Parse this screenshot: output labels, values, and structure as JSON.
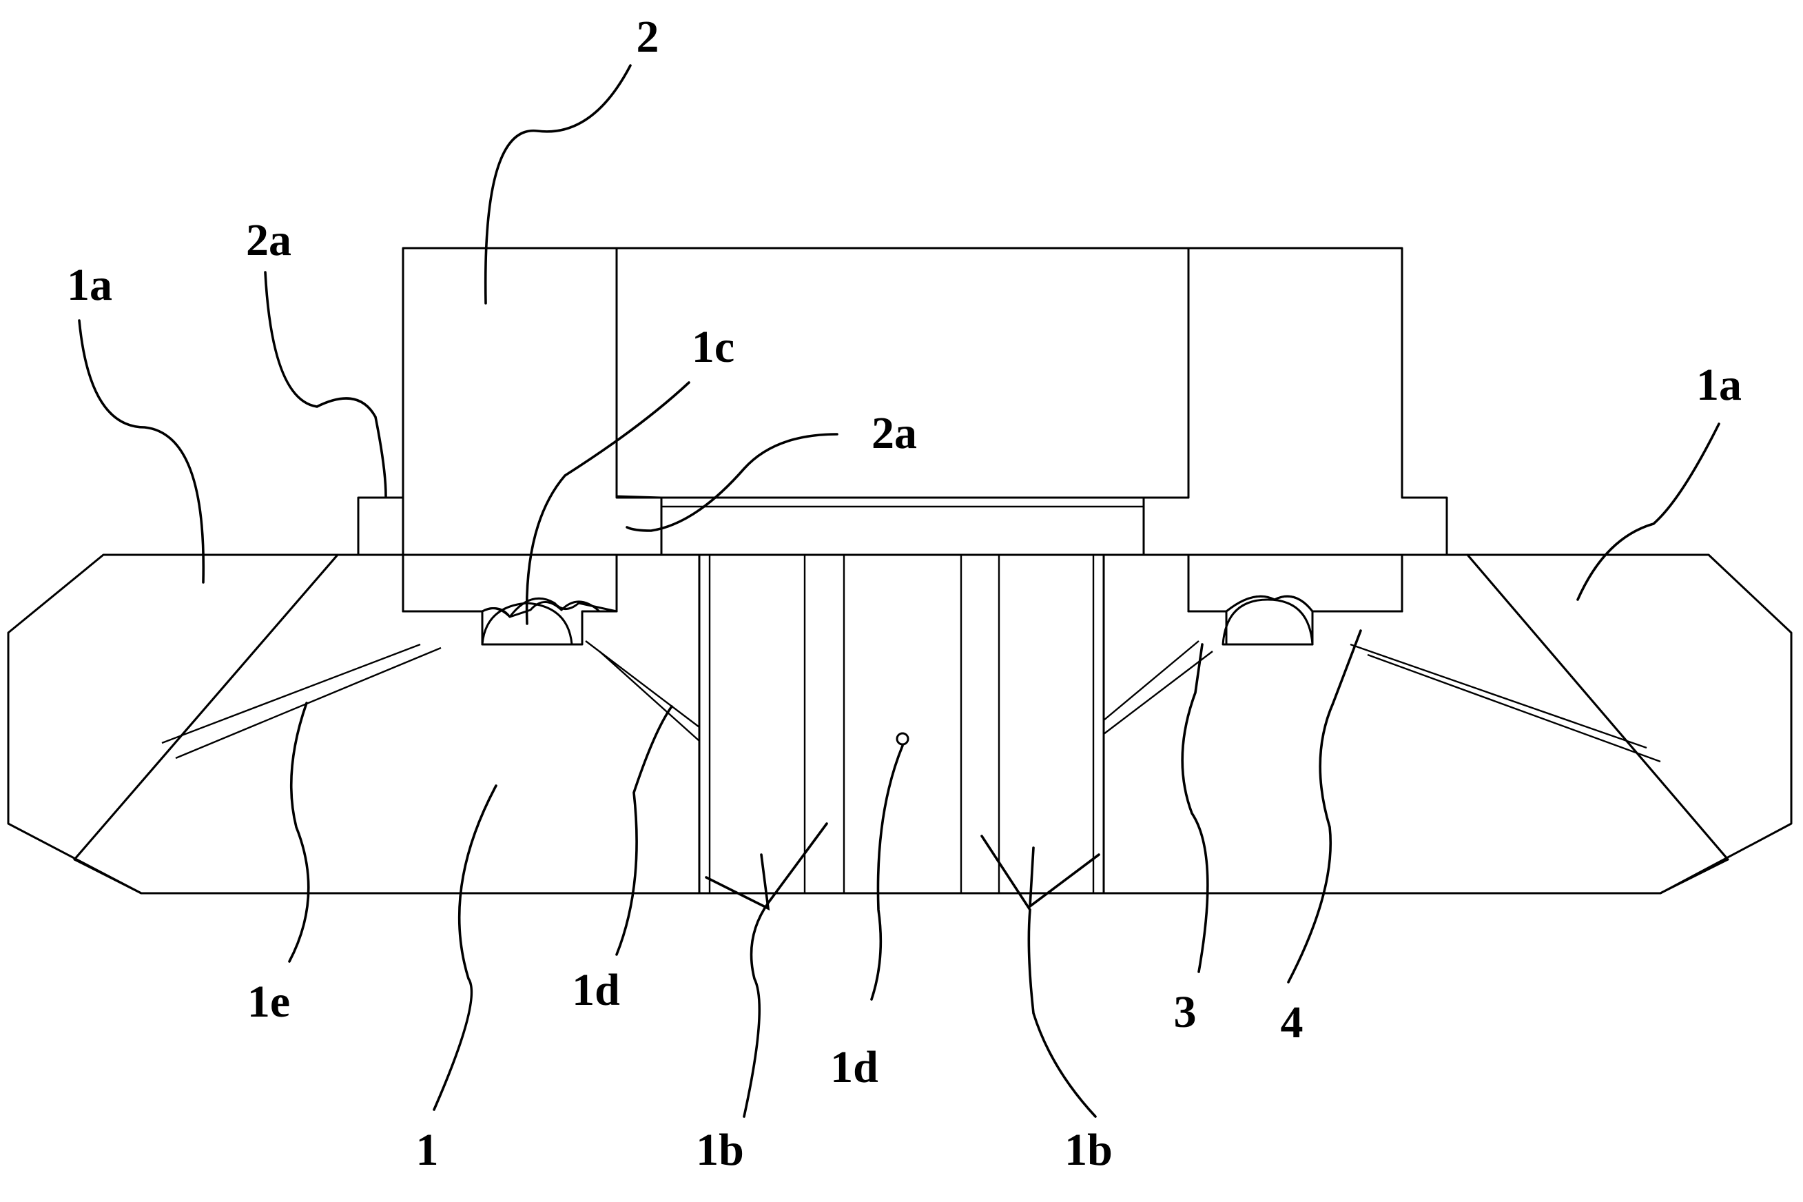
{
  "figure": {
    "labels": {
      "part_2": "2",
      "part_2a_upper": "2a",
      "part_2a_center": "2a",
      "part_1a_left": "1a",
      "part_1a_right": "1a",
      "part_1c": "1c",
      "part_1e": "1e",
      "part_1d_left": "1d",
      "part_1d_center": "1d",
      "part_1": "1",
      "part_1b_left": "1b",
      "part_1b_right": "1b",
      "part_3": "3",
      "part_4": "4"
    }
  }
}
